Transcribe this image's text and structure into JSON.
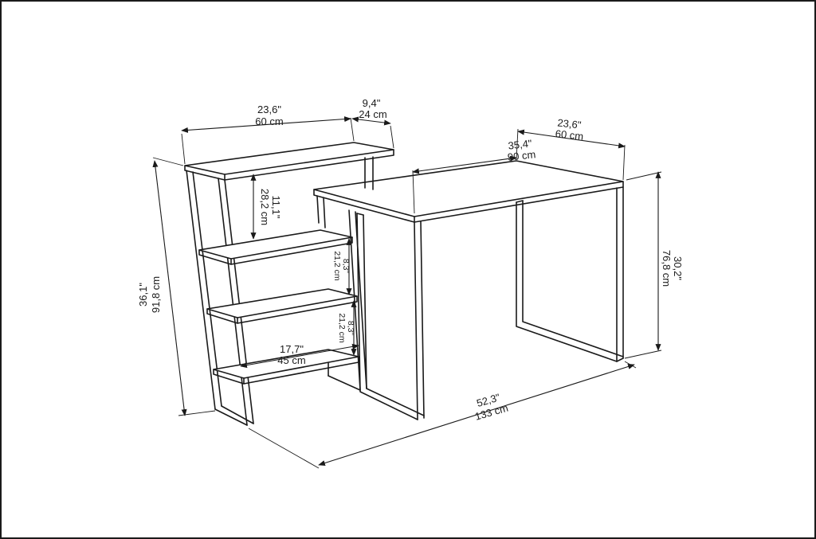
{
  "dimensions": {
    "left_shelf_width": {
      "inch": "23,6\"",
      "cm": "60 cm"
    },
    "left_shelf_depth": {
      "inch": "9,4\"",
      "cm": "24 cm"
    },
    "desk_depth": {
      "inch": "23,6\"",
      "cm": "60 cm"
    },
    "desk_width": {
      "inch": "35,4\"",
      "cm": "90 cm"
    },
    "top_shelf_gap": {
      "inch": "11,1\"",
      "cm": "28,2 cm"
    },
    "mid_shelf_gap": {
      "inch": "8,3\"",
      "cm": "21,2 cm"
    },
    "low_shelf_gap": {
      "inch": "8,3\"",
      "cm": "21,2 cm"
    },
    "shelf_width": {
      "inch": "17,7\"",
      "cm": "45 cm"
    },
    "total_height": {
      "inch": "36,1\"",
      "cm": "91,8 cm"
    },
    "desk_height": {
      "inch": "30,2\"",
      "cm": "76,8 cm"
    },
    "total_width": {
      "inch": "52,3\"",
      "cm": "133 cm"
    }
  }
}
